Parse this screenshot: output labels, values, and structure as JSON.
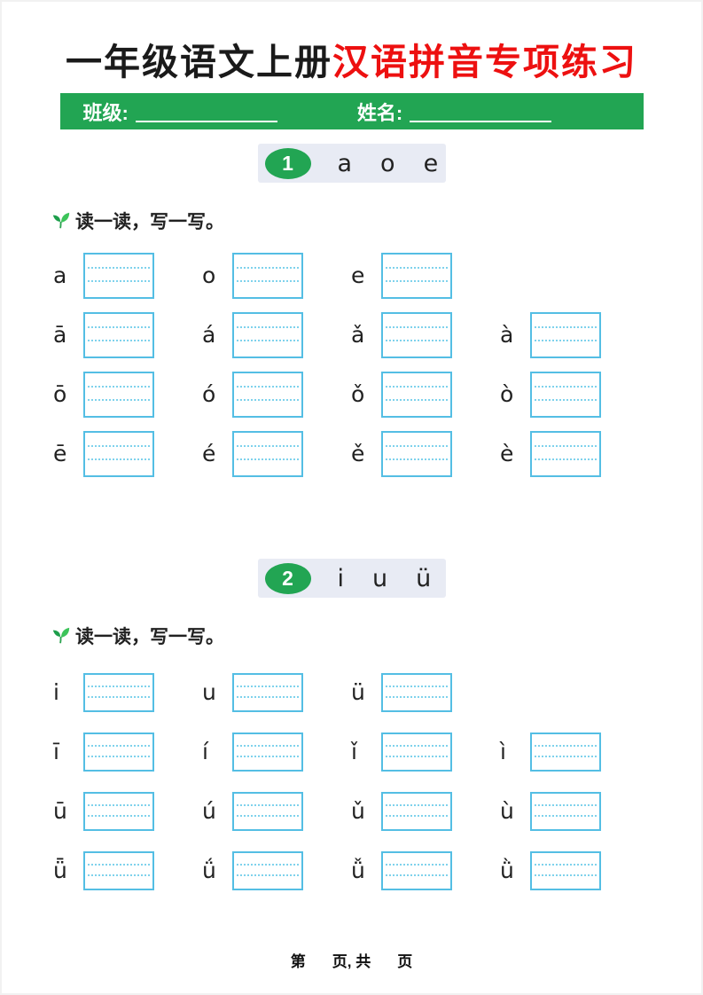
{
  "title": {
    "black": "一年级语文上册",
    "red": "汉语拼音专项练习"
  },
  "header": {
    "class_label": "班级:",
    "name_label": "姓名:"
  },
  "sections": [
    {
      "number": "1",
      "letters": [
        "a",
        "o",
        "e"
      ],
      "instruction": "读一读，写一写。",
      "rows": [
        [
          "a",
          "o",
          "e"
        ],
        [
          "ā",
          "á",
          "ǎ",
          "à"
        ],
        [
          "ō",
          "ó",
          "ǒ",
          "ò"
        ],
        [
          "ē",
          "é",
          "ě",
          "è"
        ]
      ]
    },
    {
      "number": "2",
      "letters": [
        "i",
        "u",
        "ü"
      ],
      "instruction": "读一读，写一写。",
      "rows": [
        [
          "i",
          "u",
          "ü"
        ],
        [
          "ī",
          "í",
          "ǐ",
          "ì"
        ],
        [
          "ū",
          "ú",
          "ǔ",
          "ù"
        ],
        [
          "ǖ",
          "ǘ",
          "ǚ",
          "ǜ"
        ]
      ]
    }
  ],
  "footer": {
    "page_prefix": "第",
    "page_middle": "页, 共",
    "page_suffix": "页"
  },
  "colors": {
    "green": "#22a553",
    "title_red": "#ed1010",
    "badge_bg": "#e8ebf4",
    "box_border": "#54bee4",
    "box_line": "#7fd2ec"
  }
}
